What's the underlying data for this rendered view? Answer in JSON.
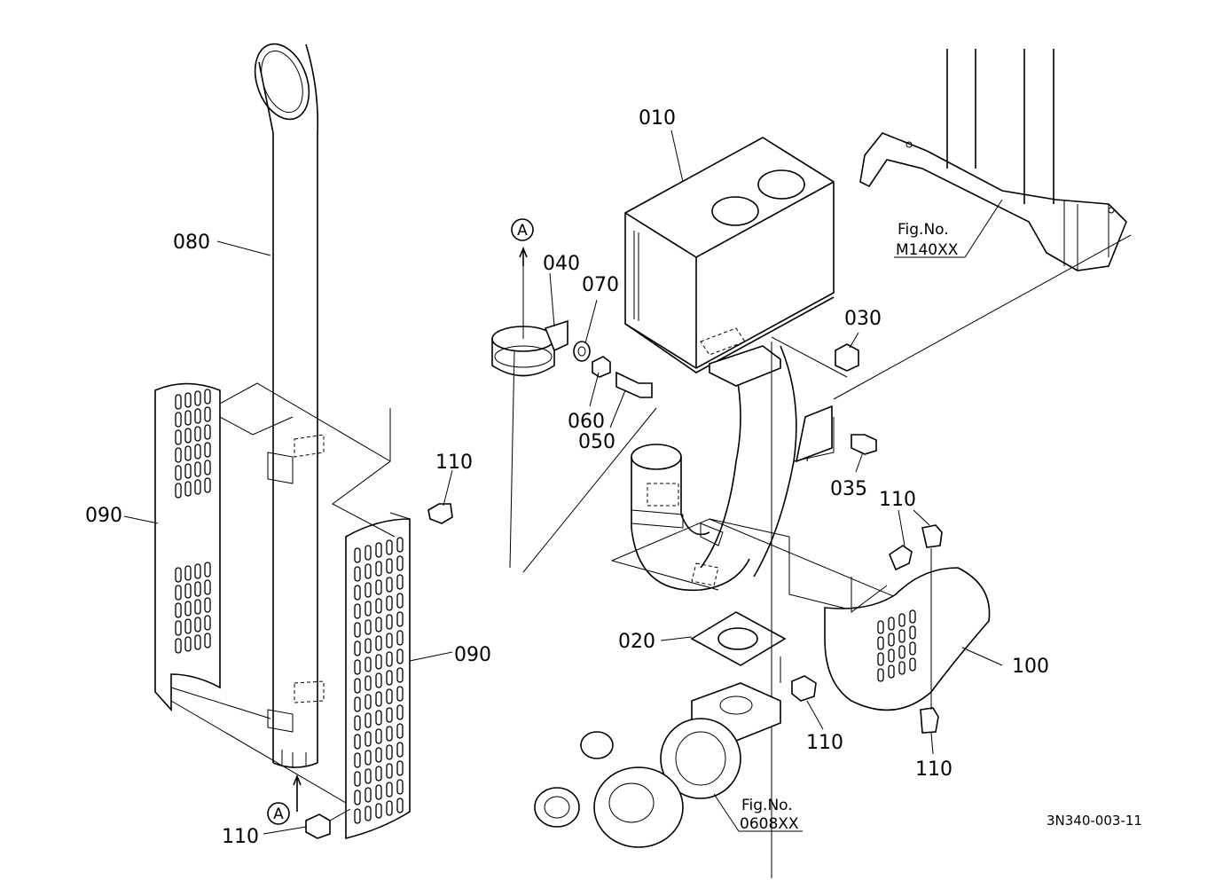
{
  "diagram_id": "3N340-003-11",
  "view_marker": "A",
  "fig_refs": [
    {
      "title": "Fig.No.",
      "number": "M140XX"
    },
    {
      "title": "Fig.No.",
      "number": "0608XX"
    }
  ],
  "parts": {
    "p010": "010",
    "p020": "020",
    "p030": "030",
    "p035": "035",
    "p040": "040",
    "p050": "050",
    "p060": "060",
    "p070": "070",
    "p080": "080",
    "p090a": "090",
    "p090b": "090",
    "p100": "100",
    "p110a": "110",
    "p110b": "110",
    "p110c": "110",
    "p110d": "110",
    "p110e": "110"
  }
}
